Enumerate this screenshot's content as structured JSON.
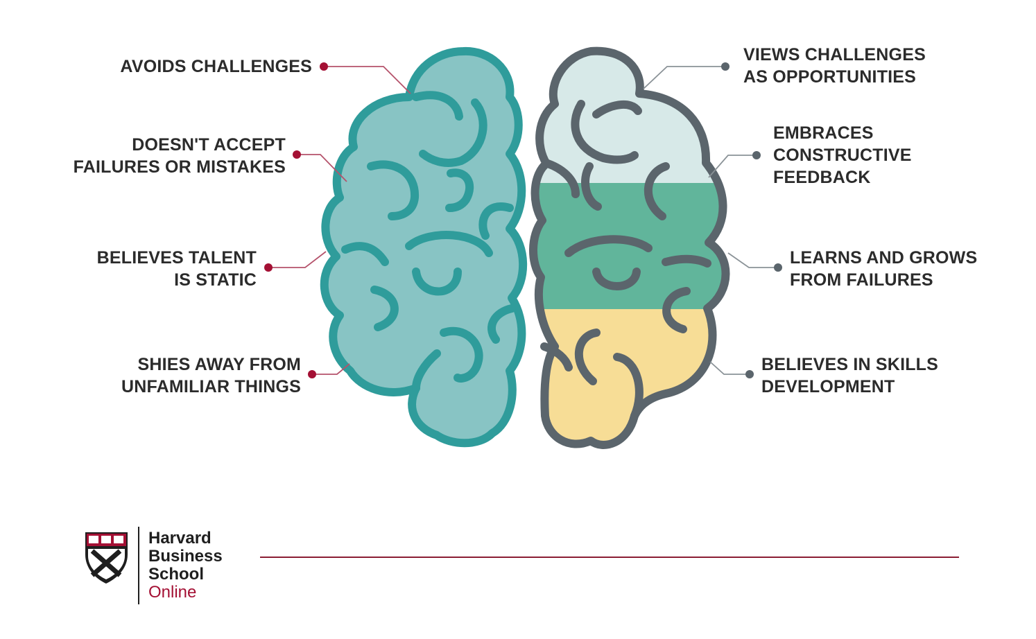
{
  "left_labels": [
    {
      "lines": [
        "AVOIDS CHALLENGES"
      ]
    },
    {
      "lines": [
        "DOESN'T ACCEPT",
        "FAILURES OR MISTAKES"
      ]
    },
    {
      "lines": [
        "BELIEVES TALENT",
        "IS STATIC"
      ]
    },
    {
      "lines": [
        "SHIES AWAY FROM",
        "UNFAMILIAR THINGS"
      ]
    }
  ],
  "right_labels": [
    {
      "lines": [
        "VIEWS CHALLENGES",
        "AS OPPORTUNITIES"
      ]
    },
    {
      "lines": [
        "EMBRACES",
        "CONSTRUCTIVE",
        "FEEDBACK"
      ]
    },
    {
      "lines": [
        "LEARNS AND GROWS",
        "FROM FAILURES"
      ]
    },
    {
      "lines": [
        "BELIEVES IN SKILLS",
        "DEVELOPMENT"
      ]
    }
  ],
  "logo": {
    "line1": "Harvard",
    "line2": "Business",
    "line3": "School",
    "line4": "Online"
  },
  "colors": {
    "left_brain_fill": "#88c4c4",
    "left_brain_stroke": "#2f9c9b",
    "right_brain_stroke": "#5b656c",
    "right_fill_top": "#d7e9e8",
    "right_fill_middle": "#61b59b",
    "right_fill_bottom": "#f7dd96",
    "left_dot": "#a41034",
    "right_dot": "#5b656c",
    "left_connector": "#b5526b",
    "right_connector": "#8a9297",
    "footer_rule": "#8a1c33"
  }
}
